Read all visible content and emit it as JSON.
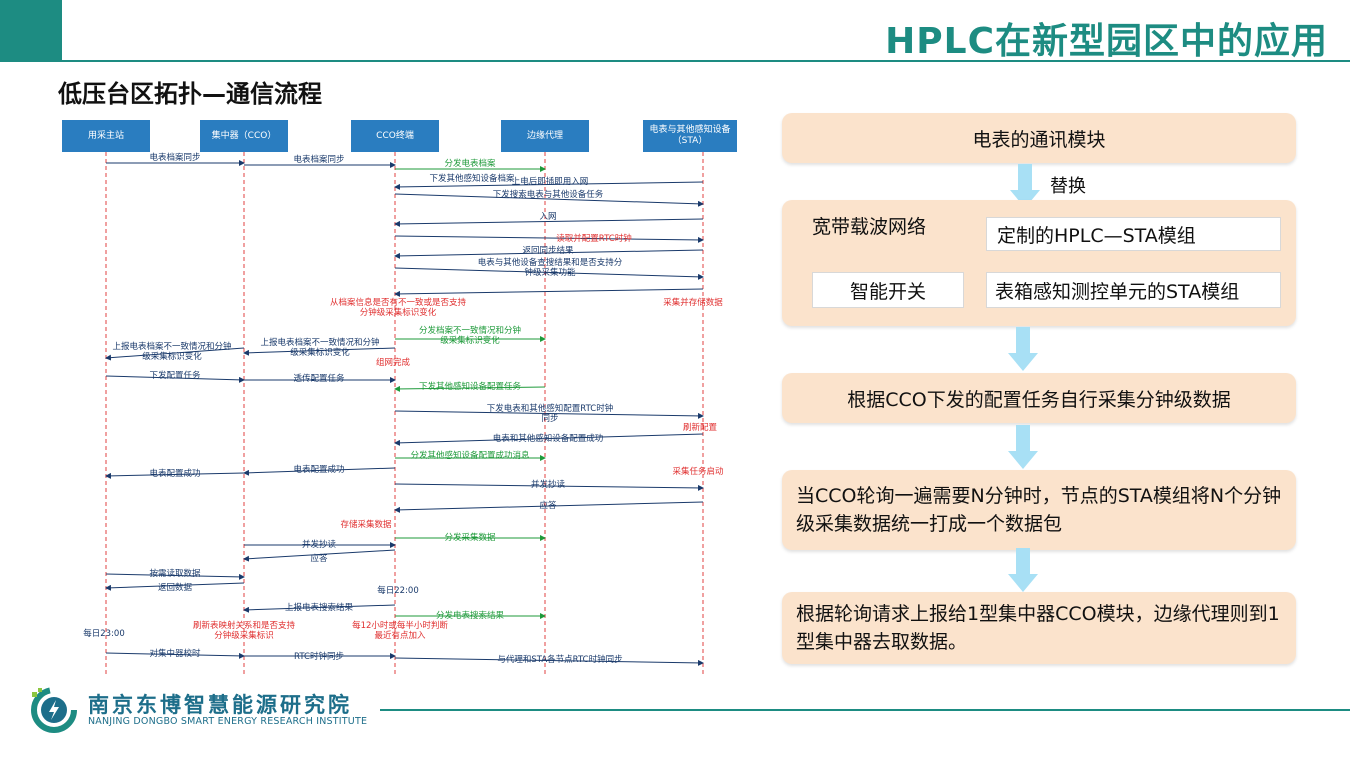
{
  "header": {
    "title": "HPLC在新型园区中的应用",
    "subtitle": "低压台区拓扑—通信流程"
  },
  "diagram": {
    "actors": [
      "用采主站",
      "集中器（CCO）",
      "CCO终端",
      "边缘代理",
      "电表与其他感知设备（STA）"
    ],
    "messages": [
      "电表档案同步",
      "电表档案同步",
      "分发电表档案",
      "下发其他感知设备档案",
      "上电后即插即用入网",
      "下发搜索电表与其他设备任务",
      "入网",
      "读取并配置RTC时钟",
      "返回同步结果",
      "电表与其他设备查搜结果和是否支持分钟级采集功能",
      "从档案信息是否有不一致或是否支持分钟级采集标识变化",
      "采集并存储数据",
      "分发档案不一致情况和分钟级采集标识变化",
      "上报电表档案不一致情况和分钟级采集标识变化",
      "上报电表档案不一致情况和分钟级采集标识变化",
      "组网完成",
      "下发配置任务",
      "透传配置任务",
      "下发其他感知设备配置任务",
      "下发电表和其他感知配置RTC时钟同步",
      "刷新配置",
      "电表和其他感知设备配置成功",
      "分发其他感知设备配置成功消息",
      "电表配置成功",
      "电表配置成功",
      "采集任务启动",
      "并发抄读",
      "应答",
      "存储采集数据",
      "分发采集数据",
      "并发抄读",
      "应答",
      "按需读取数据",
      "返回数据",
      "每日22:00",
      "上报电表搜索结果",
      "分发电表搜索结果",
      "每日23:00",
      "刷新表映射关系和是否支持分钟级采集标识",
      "每12小时或每半小时判断最近有点加入",
      "对集中器校时",
      "RTC时钟同步",
      "与代理和STA各节点RTC时钟同步"
    ]
  },
  "flow": {
    "step1": "电表的通讯模块",
    "replace_label": "替换",
    "group_label_left": "宽带载波网络",
    "group_item_1": "定制的HPLC—STA模组",
    "group_label_switch": "智能开关",
    "group_item_2": "表箱感知测控单元的STA模组",
    "step3": "根据CCO下发的配置任务自行采集分钟级数据",
    "step4": "当CCO轮询一遍需要N分钟时，节点的STA模组将N个分钟级采集数据统一打成一个数据包",
    "step5": "根据轮询请求上报给1型集中器CCO模块，边缘代理则到1型集中器去取数据。"
  },
  "footer": {
    "org_name": "南京东博智慧能源研究院",
    "org_name_en": "NANJING DONGBO SMART ENERGY RESEARCH INSTITUTE"
  },
  "colors": {
    "teal": "#1d8c82",
    "box_fill": "#fbe3cc",
    "arrow": "#a8e0f5",
    "actor_blue": "#2a7dc0"
  }
}
